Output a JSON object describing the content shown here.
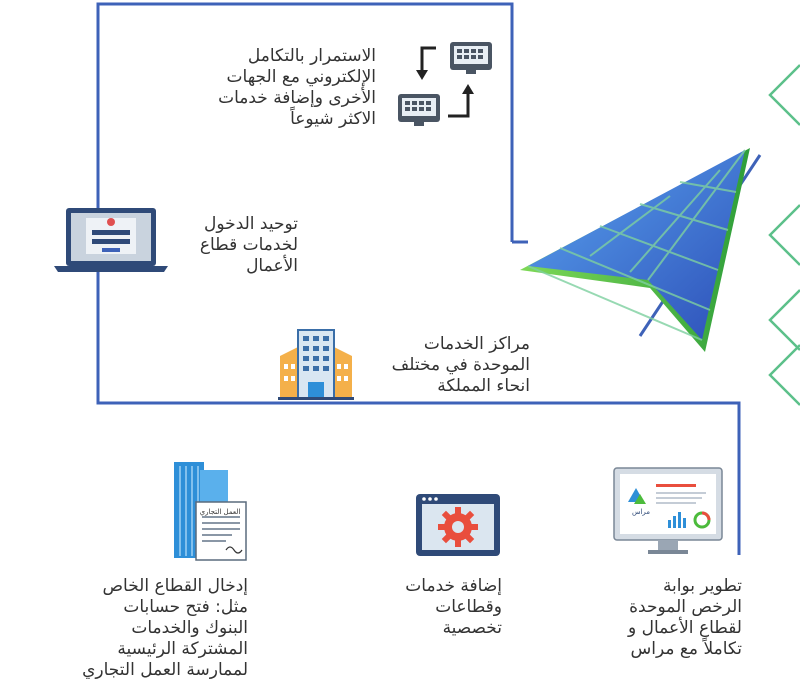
{
  "items": {
    "integration": {
      "text": "الاستمرار بالتكامل\nالإلكتروني مع الجهات\nالأخرى وإضافة خدمات\nالاكثر شيوعاً",
      "icon": "computer-exchange-icon"
    },
    "login": {
      "text": "توحيد الدخول\nلخدمات قطاع\nالأعمال",
      "icon": "laptop-login-icon"
    },
    "centers": {
      "text": "مراكز الخدمات\nالموحدة في مختلف\nانحاء المملكة",
      "icon": "buildings-icon"
    },
    "private_sector": {
      "text": "إدخال القطاع الخاص\nمثل: فتح حسابات\nالبنوك والخدمات\nالمشتركة الرئيسية\nلممارسة العمل التجاري",
      "icon": "commercial-document-icon",
      "doc_title": "العمل التجاري"
    },
    "specialized": {
      "text": "إضافة خدمات\nوقطاعات\nتخصصية",
      "icon": "gear-window-icon"
    },
    "license_portal": {
      "text": "تطوير بوابة\nالرخص الموحدة\nلقطاع الأعمال و\nتكاملاً مع مراس",
      "icon": "monitor-dashboard-icon",
      "screen_label": "مراس"
    }
  },
  "colors": {
    "path": "#3e62b8",
    "accent_green": "#5cc08a",
    "arrow_blue": "#4a6fd0",
    "arrow_green": "#4cbb3c"
  }
}
